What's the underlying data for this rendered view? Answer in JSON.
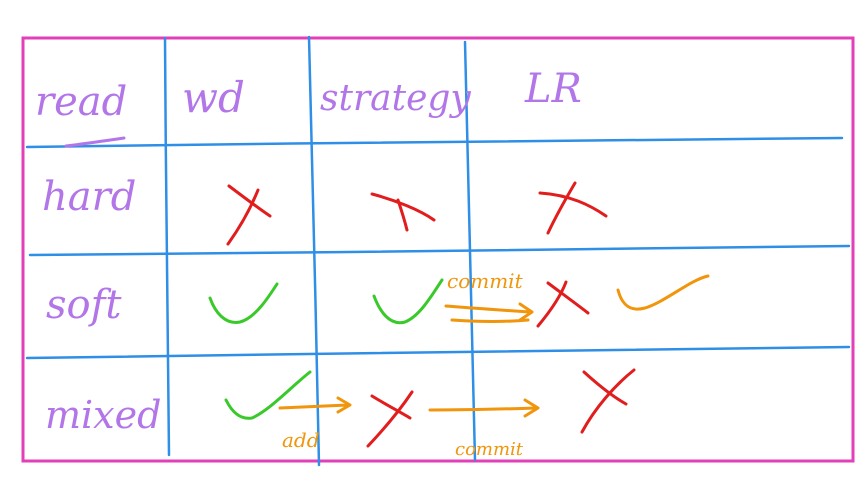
{
  "colors": {
    "frame": "#e23fb8",
    "grid": "#2f8fe6",
    "heading": "#b276e8",
    "cross": "#e11d1d",
    "tick": "#39c92a",
    "note": "#f0950c"
  },
  "table": {
    "corner_label": "read",
    "columns": [
      "wd",
      "strategy",
      "LR"
    ],
    "rows": [
      {
        "label": "hard",
        "cells": [
          "cross",
          "cross",
          "cross"
        ]
      },
      {
        "label": "soft",
        "cells": [
          "check",
          "check",
          "cross-then-check"
        ]
      },
      {
        "label": "mixed",
        "cells": [
          "check",
          "cross",
          "cross"
        ]
      }
    ]
  },
  "annotations": {
    "soft_commit": "commit",
    "mixed_add": "add",
    "mixed_commit": "commit"
  }
}
